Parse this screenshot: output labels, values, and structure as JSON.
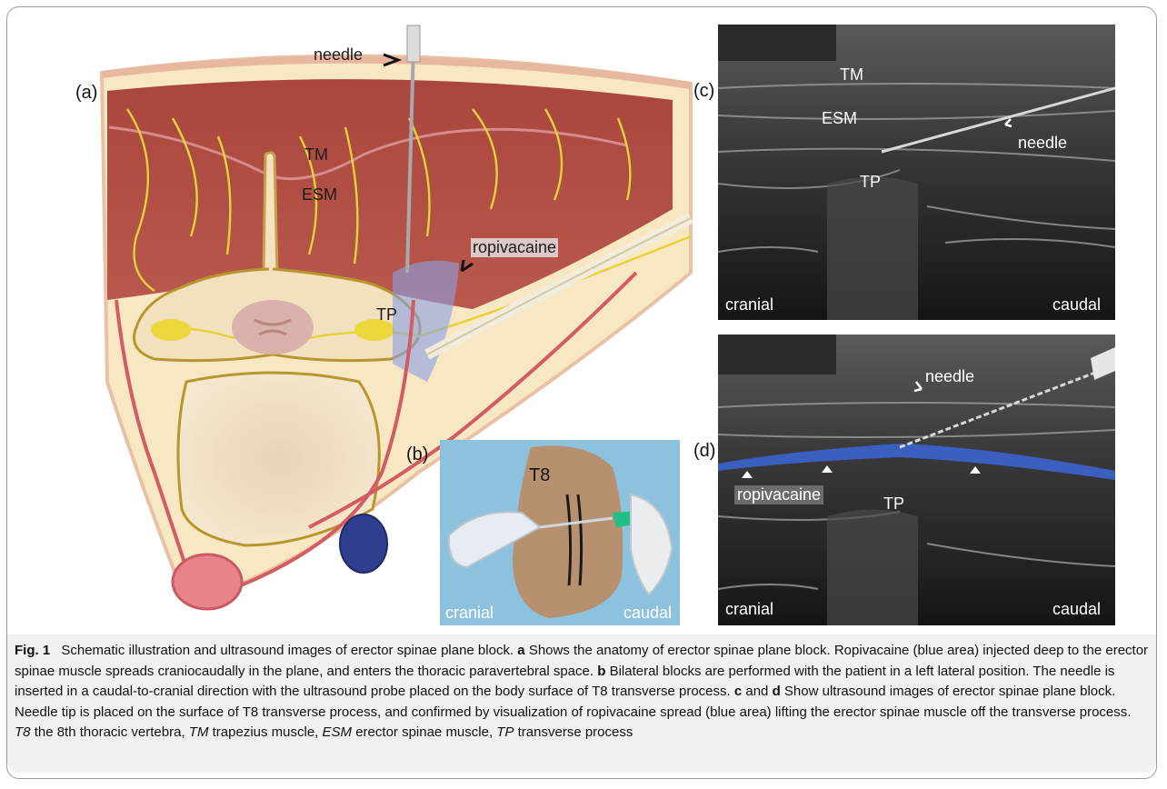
{
  "panel_a": {
    "label": "(a)",
    "needle": "needle",
    "tm": "TM",
    "esm": "ESM",
    "ropivacaine": "ropivacaine",
    "tp": "TP"
  },
  "panel_b": {
    "label": "(b)",
    "t8": "T8",
    "cranial": "cranial",
    "caudal": "caudal"
  },
  "panel_c": {
    "label": "(c)",
    "tm": "TM",
    "esm": "ESM",
    "needle": "needle",
    "tp": "TP",
    "cranial": "cranial",
    "caudal": "caudal"
  },
  "panel_d": {
    "label": "(d)",
    "needle": "needle",
    "ropivacaine": "ropivacaine",
    "tp": "TP",
    "cranial": "cranial",
    "caudal": "caudal"
  },
  "caption": {
    "fig": "Fig. 1",
    "intro": "Schematic illustration and ultrasound images of erector spinae plane block.",
    "a_key": "a",
    "a_text": "Shows the anatomy of erector spinae plane block. Ropivacaine (blue area) injected deep to the erector spinae muscle spreads craniocaudally in the plane, and enters the thoracic paravertebral space.",
    "b_key": "b",
    "b_text": "Bilateral blocks are performed with the patient in a left lateral position. The needle is inserted in a caudal-to-cranial direction with the ultrasound probe placed on the body surface of T8 transverse process.",
    "cd_key_c": "c",
    "cd_and": "and",
    "cd_key_d": "d",
    "cd_text": "Show ultrasound images of erector spinae plane block. Needle tip is placed on the surface of T8 transverse process, and confirmed by visualization of ropivacaine spread (blue area) lifting the erector spinae muscle off the transverse process.",
    "abbr_t8": "T8",
    "abbr_t8_text": "the 8th thoracic vertebra,",
    "abbr_tm": "TM",
    "abbr_tm_text": "trapezius muscle,",
    "abbr_esm": "ESM",
    "abbr_esm_text": "erector spinae muscle,",
    "abbr_tp": "TP",
    "abbr_tp_text": "transverse process"
  },
  "colors": {
    "muscle": "#b5534a",
    "fat": "#f5e6c4",
    "nerve": "#e8d33a",
    "ropivacaine": "#4a6fd0",
    "vein": "#2d3f8a",
    "artery": "#e07a82"
  }
}
